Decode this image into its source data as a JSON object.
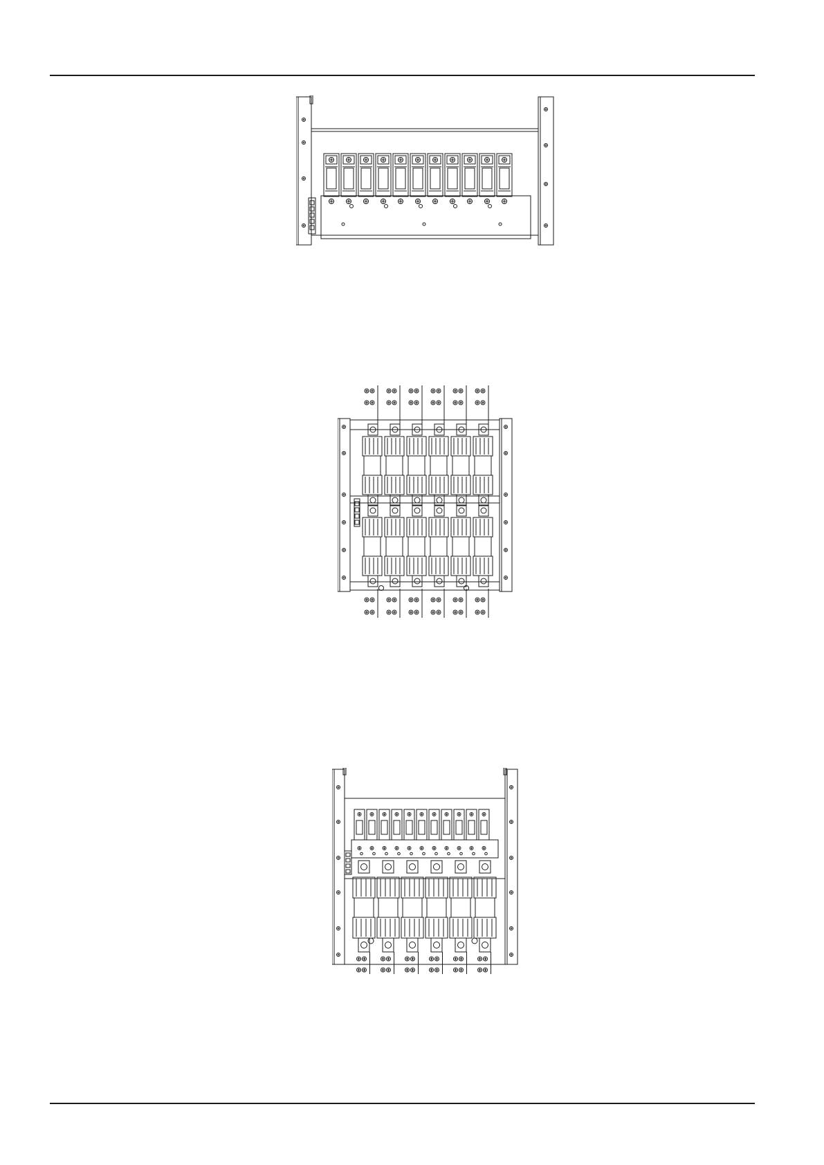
{
  "document": {
    "header_rule": true,
    "footer_rule": true
  },
  "figures": [
    {
      "id": "breaker-panel",
      "breakers": 11,
      "screws_per_rail": 4
    },
    {
      "id": "fuse-panel",
      "fuse_columns": 6,
      "fuse_rows": 2
    },
    {
      "id": "combined-panel",
      "breakers": 11,
      "fuse_columns": 6,
      "fuse_rows": 1
    }
  ],
  "colors": {
    "line": "#1a1a1a",
    "background": "#ffffff"
  }
}
